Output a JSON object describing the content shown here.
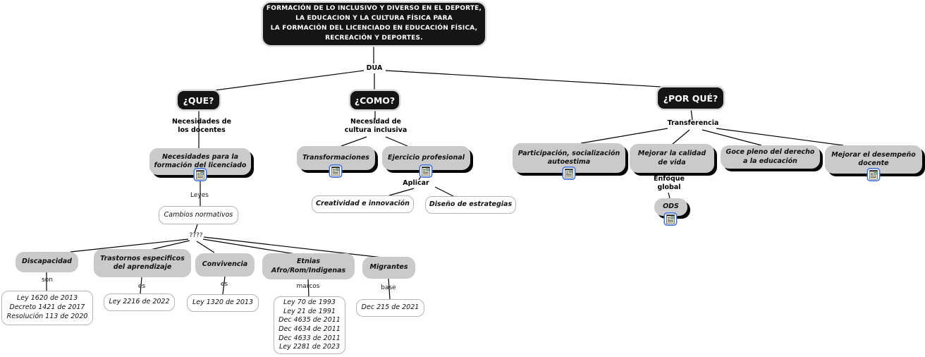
{
  "colors": {
    "background": "#ffffff",
    "dark_node_bg": "#151515",
    "dark_node_text": "#ffffff",
    "gray_node_bg": "#cacaca",
    "white_node_border": "#b5b5b5",
    "connector_line": "#000000",
    "resource_icon_border": "#4575d9"
  },
  "icons": {
    "resource": "document-resource-icon"
  },
  "map": {
    "title": "FORMACIÓN DE LO INCLUSIVO Y DIVERSO EN EL DEPORTE,\nLA EDUCACION Y LA CULTURA FÍSICA PARA\nLA FORMACIÓN DEL LICENCIADO EN EDUCACIÓN FÍSICA,\nRECREACIÓN Y DEPORTES.",
    "root_link": "DUA",
    "que": {
      "question": "¿QUE?",
      "link_docentes": "Necesidades de\nlos docentes",
      "formacion": "Necesidades para la\nformación del licenciado",
      "link_leyes": "Leyes",
      "cambios": "Cambios normativos",
      "link_unknown": "????",
      "categorias": {
        "discapacidad": {
          "label": "Discapacidad",
          "link": "son",
          "normas": "Ley 1620  de 2013\nDecreto 1421 de 2017\nResolución 113 de 2020"
        },
        "trastornos": {
          "label": "Trastornos especificos\ndel aprendizaje",
          "link": "es",
          "normas": "Ley 2216 de 2022"
        },
        "convivencia": {
          "label": "Convivencia",
          "link": "es",
          "normas": "Ley 1320 de 2013"
        },
        "etnias": {
          "label": "Etnias\nAfro/Rom/Indigenas",
          "link": "marcos",
          "normas": "Ley 70 de 1993\nLey 21 de 1991\nDec 4635 de 2011\nDec 4634 de 2011\nDec 4633 de 2011\nLey 2281 de 2023"
        },
        "migrantes": {
          "label": "Migrantes",
          "link": "base",
          "normas": "Dec 215 de 2021"
        }
      }
    },
    "como": {
      "question": "¿COMO?",
      "link_cultura": "Necesidad de\ncultura inclusiva",
      "transformaciones": "Transformaciones",
      "ejercicio": "Ejercicio profesional",
      "link_aplicar": "Aplicar",
      "creatividad": "Creatividad e innovación",
      "diseno": "Diseño de estrategias"
    },
    "porque": {
      "question": "¿POR QUÉ?",
      "link_transferencia": "Transferencia",
      "participacion": "Participación, socialización\nautoestima",
      "calidad": "Mejorar la calidad\nde vida",
      "goce": "Goce pleno del derecho\na la educación",
      "desempeno": "Mejorar el desempeño\ndocente",
      "link_enfoque": "Enfoque\nglobal",
      "ods": "ODS"
    }
  }
}
